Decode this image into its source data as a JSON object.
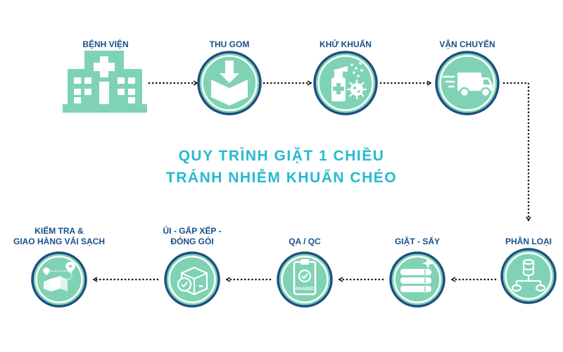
{
  "title": {
    "line1": "QUY TRÌNH GIẶT 1 CHIỀU",
    "line2": "TRÁNH NHIỄM KHUẨN CHÉO"
  },
  "steps": [
    {
      "label": "BỆNH VIỆN",
      "icon": "hospital-icon"
    },
    {
      "label": "THU GOM",
      "icon": "collection-box-icon"
    },
    {
      "label": "KHỬ KHUẨN",
      "icon": "disinfect-spray-icon"
    },
    {
      "label": "VẬN CHUYỂN",
      "icon": "delivery-truck-icon"
    },
    {
      "label": "PHÂN LOẠI",
      "icon": "sorting-database-icon"
    },
    {
      "label": "GIẶT - SẤY",
      "icon": "folded-towels-icon"
    },
    {
      "label": "QA / QC",
      "icon": "clipboard-check-icon",
      "badge": "PASSED"
    },
    {
      "label_line1": "ỦI - GẤP XẾP -",
      "label_line2": "ĐÓNG GÓI",
      "icon": "package-check-icon"
    },
    {
      "label_line1": "KIỂM TRA &",
      "label_line2": "GIAO HÀNG VẢI SẠCH",
      "icon": "delivery-route-icon"
    }
  ],
  "colors": {
    "circle_fill": "#7fd3b4",
    "circle_ring": "#1f4f82",
    "label": "#1a4f8a",
    "title": "#27b9cf",
    "arrow": "#111111"
  }
}
